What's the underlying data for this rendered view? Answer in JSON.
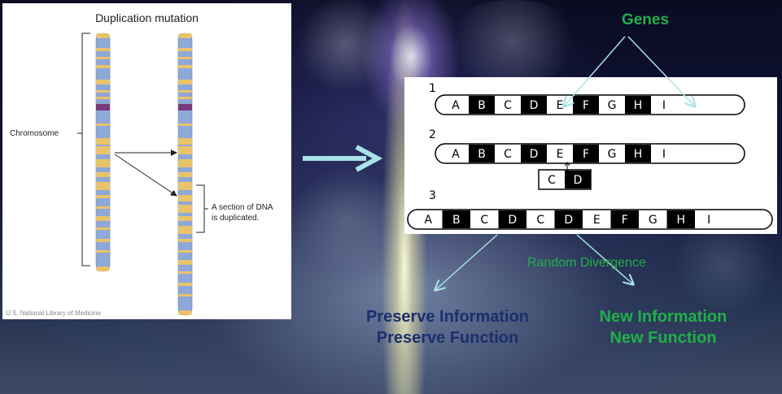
{
  "figure": {
    "title": "Duplication mutation",
    "chromosome_label": "Chromosome",
    "dna_label_line1": "A section of DNA",
    "dna_label_line2": "is duplicated.",
    "credit": "U.S. National Library of Medicine"
  },
  "genes_title": "Genes",
  "rows": [
    {
      "number": "1",
      "genes": [
        "A",
        "B",
        "C",
        "D",
        "E",
        "F",
        "G",
        "H",
        "I"
      ]
    },
    {
      "number": "2",
      "genes": [
        "A",
        "B",
        "C",
        "D",
        "E",
        "F",
        "G",
        "H",
        "I"
      ]
    },
    {
      "number": "",
      "genes": [
        "C",
        "D"
      ]
    },
    {
      "number": "3",
      "genes": [
        "A",
        "B",
        "C",
        "D",
        "C",
        "D",
        "E",
        "F",
        "G",
        "H",
        "I"
      ]
    }
  ],
  "random_divergence": "Random Divergence",
  "left_outcome": {
    "line1": "Preserve Information",
    "line2": "Preserve Function"
  },
  "right_outcome": {
    "line1": "New Information",
    "line2": "New Function"
  },
  "colors": {
    "green": "#1fb04a",
    "navy": "#1a2f6e",
    "arrow_cyan": "#a8e3e6",
    "band_yellow": "#e8c36a",
    "chromo_blue": "#8ea8d8"
  }
}
